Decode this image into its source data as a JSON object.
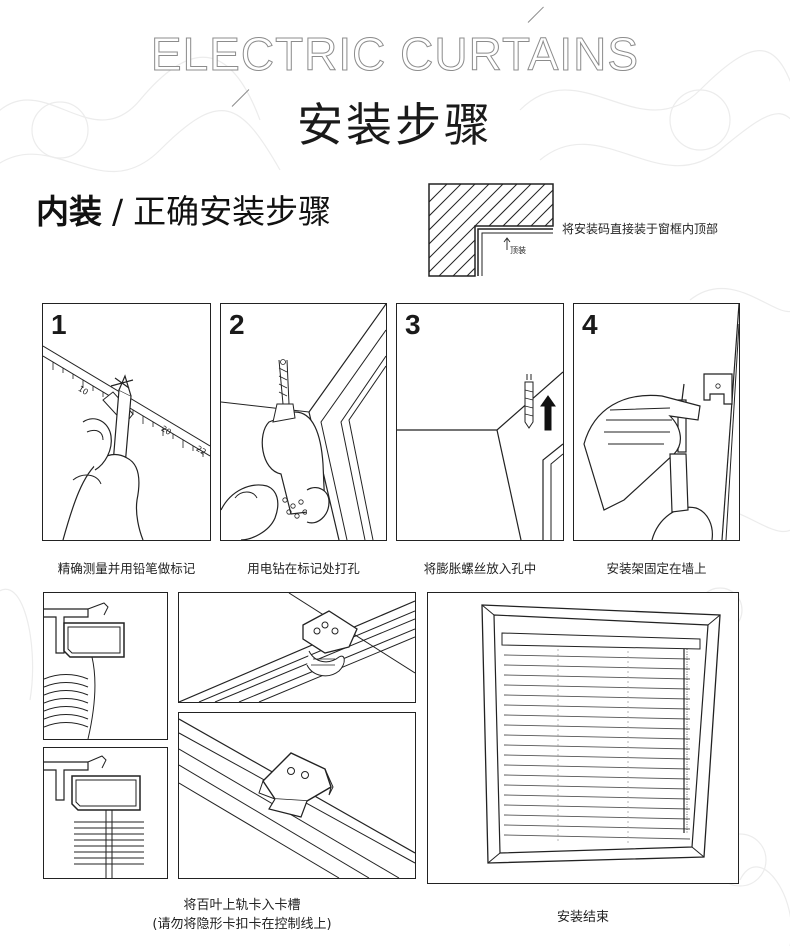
{
  "header": {
    "english_title": "ELECTRIC CURTAINS",
    "chinese_title": "安装步骤"
  },
  "section": {
    "title_bold": "内装",
    "separator": "/",
    "title_rest": "正确安装步骤"
  },
  "window_diagram": {
    "hint": "将安装码直接装于窗框内顶部",
    "top_label": "顶装"
  },
  "steps": [
    {
      "number": "1",
      "caption": "精确测量并用铅笔做标记"
    },
    {
      "number": "2",
      "caption": "用电钻在标记处打孔"
    },
    {
      "number": "3",
      "caption": "将膨胀螺丝放入孔中"
    },
    {
      "number": "4",
      "caption": "安装架固定在墙上"
    }
  ],
  "ruler_ticks": [
    "10",
    "20",
    "22"
  ],
  "bottom": {
    "rail_caption_line1": "将百叶上轨卡入卡槽",
    "rail_caption_line2": "(请勿将隐形卡扣卡在控制线上)",
    "finish_caption": "安装结束"
  },
  "colors": {
    "text": "#1a1a1a",
    "line": "#222222",
    "outline_title": "#8c8c8c",
    "pattern": "#e6e6e6"
  }
}
